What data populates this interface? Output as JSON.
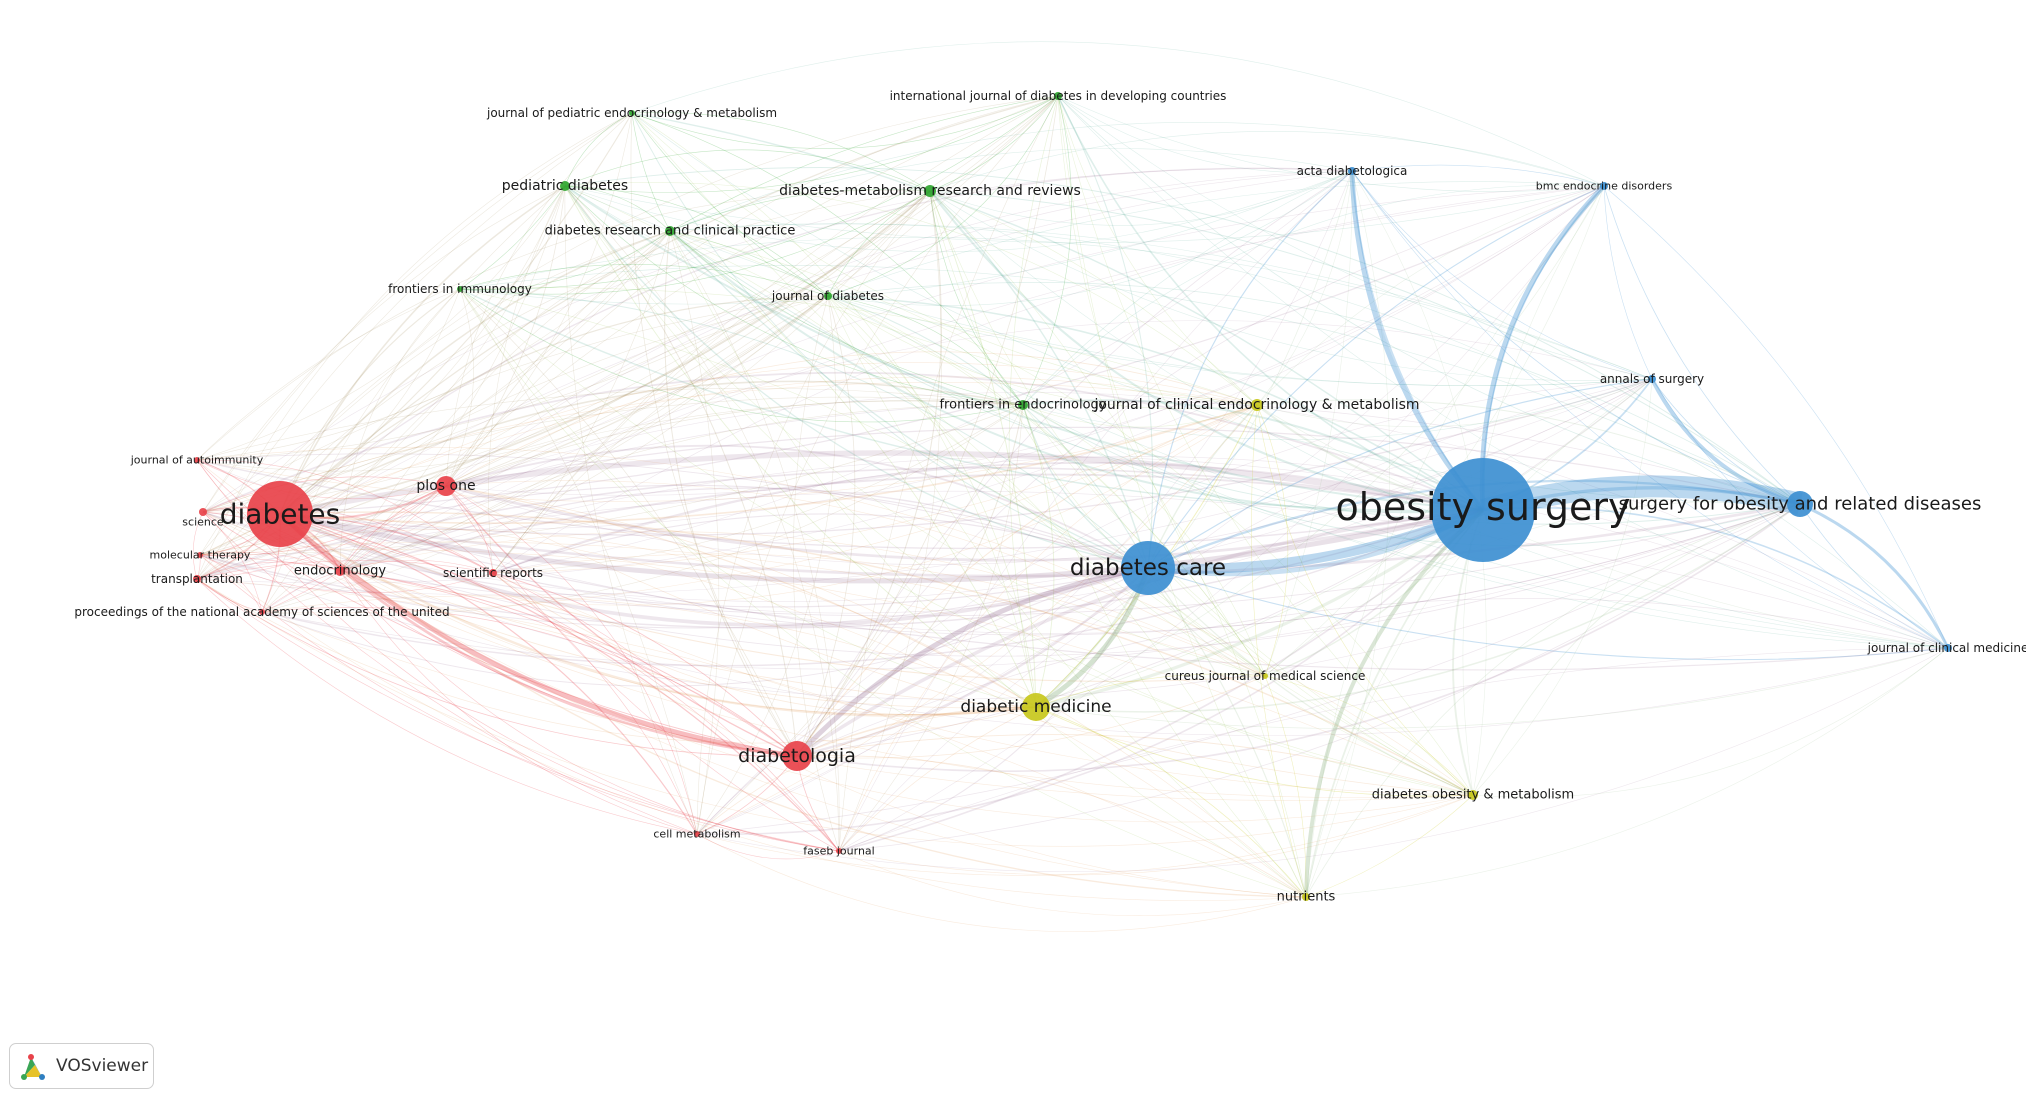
{
  "app": {
    "brand_label": "VOSviewer",
    "brand_icon": "vosviewer-logo-icon"
  },
  "colors": {
    "cluster_red": "#e8424a",
    "cluster_green": "#2fa52f",
    "cluster_blue": "#3d8fd1",
    "cluster_yellow": "#c8c81c"
  },
  "network": {
    "nodes": [
      {
        "id": "obesity-surgery",
        "label": "obesity surgery",
        "cluster": "blue",
        "weight": 100
      },
      {
        "id": "diabetes-care",
        "label": "diabetes care",
        "cluster": "blue",
        "weight": 45
      },
      {
        "id": "surgery-for-obesity-and-related-diseases",
        "label": "surgery for obesity and related diseases",
        "cluster": "blue",
        "weight": 22
      },
      {
        "id": "acta-diabetologica",
        "label": "acta diabetologica",
        "cluster": "blue",
        "weight": 6
      },
      {
        "id": "bmc-endocrine-disorders",
        "label": "bmc endocrine disorders",
        "cluster": "blue",
        "weight": 5
      },
      {
        "id": "annals-of-surgery",
        "label": "annals of surgery",
        "cluster": "blue",
        "weight": 6
      },
      {
        "id": "journal-of-clinical-medicine",
        "label": "journal of clinical medicine",
        "cluster": "blue",
        "weight": 5
      },
      {
        "id": "diabetes",
        "label": "diabetes",
        "cluster": "red",
        "weight": 60
      },
      {
        "id": "plos-one",
        "label": "plos one",
        "cluster": "red",
        "weight": 14
      },
      {
        "id": "endocrinology",
        "label": "endocrinology",
        "cluster": "red",
        "weight": 7
      },
      {
        "id": "scientific-reports",
        "label": "scientific reports",
        "cluster": "red",
        "weight": 6
      },
      {
        "id": "journal-of-autoimmunity",
        "label": "journal of autoimmunity",
        "cluster": "red",
        "weight": 4
      },
      {
        "id": "science",
        "label": "science",
        "cluster": "red",
        "weight": 6
      },
      {
        "id": "molecular-therapy",
        "label": "molecular therapy",
        "cluster": "red",
        "weight": 4
      },
      {
        "id": "transplantation",
        "label": "transplantation",
        "cluster": "red",
        "weight": 5
      },
      {
        "id": "proceedings-of-the-national-academy-of-sciences-of-the-united",
        "label": "proceedings of the national academy of sciences of the united",
        "cluster": "red",
        "weight": 4
      },
      {
        "id": "diabetologia",
        "label": "diabetologia",
        "cluster": "red",
        "weight": 24
      },
      {
        "id": "cell-metabolism",
        "label": "cell metabolism",
        "cluster": "red",
        "weight": 5
      },
      {
        "id": "faseb-journal",
        "label": "faseb journal",
        "cluster": "red",
        "weight": 5
      },
      {
        "id": "journal-of-pediatric-endocrinology-metabolism",
        "label": "journal of pediatric endocrinology & metabolism",
        "cluster": "green",
        "weight": 4
      },
      {
        "id": "international-journal-of-diabetes-in-developing-countries",
        "label": "international journal of diabetes in developing countries",
        "cluster": "green",
        "weight": 5
      },
      {
        "id": "pediatric-diabetes",
        "label": "pediatric diabetes",
        "cluster": "green",
        "weight": 8
      },
      {
        "id": "diabetes-metabolism-research-and-reviews",
        "label": "diabetes-metabolism research and reviews",
        "cluster": "green",
        "weight": 9
      },
      {
        "id": "diabetes-research-and-clinical-practice",
        "label": "diabetes research and clinical practice",
        "cluster": "green",
        "weight": 8
      },
      {
        "id": "frontiers-in-immunology",
        "label": "frontiers in immunology",
        "cluster": "green",
        "weight": 4
      },
      {
        "id": "journal-of-diabetes",
        "label": "journal of diabetes",
        "cluster": "green",
        "weight": 5
      },
      {
        "id": "frontiers-in-endocrinology",
        "label": "frontiers in endocrinology",
        "cluster": "green",
        "weight": 8
      },
      {
        "id": "journal-of-clinical-endocrinology-metabolism",
        "label": "journal of clinical endocrinology & metabolism",
        "cluster": "yellow",
        "weight": 9
      },
      {
        "id": "diabetic-medicine",
        "label": "diabetic medicine",
        "cluster": "yellow",
        "weight": 20
      },
      {
        "id": "cureus-journal-of-medical-science",
        "label": "cureus journal of medical science",
        "cluster": "yellow",
        "weight": 4
      },
      {
        "id": "diabetes-obesity-metabolism",
        "label": "diabetes obesity & metabolism",
        "cluster": "yellow",
        "weight": 7
      },
      {
        "id": "nutrients",
        "label": "nutrients",
        "cluster": "yellow",
        "weight": 6
      }
    ]
  }
}
